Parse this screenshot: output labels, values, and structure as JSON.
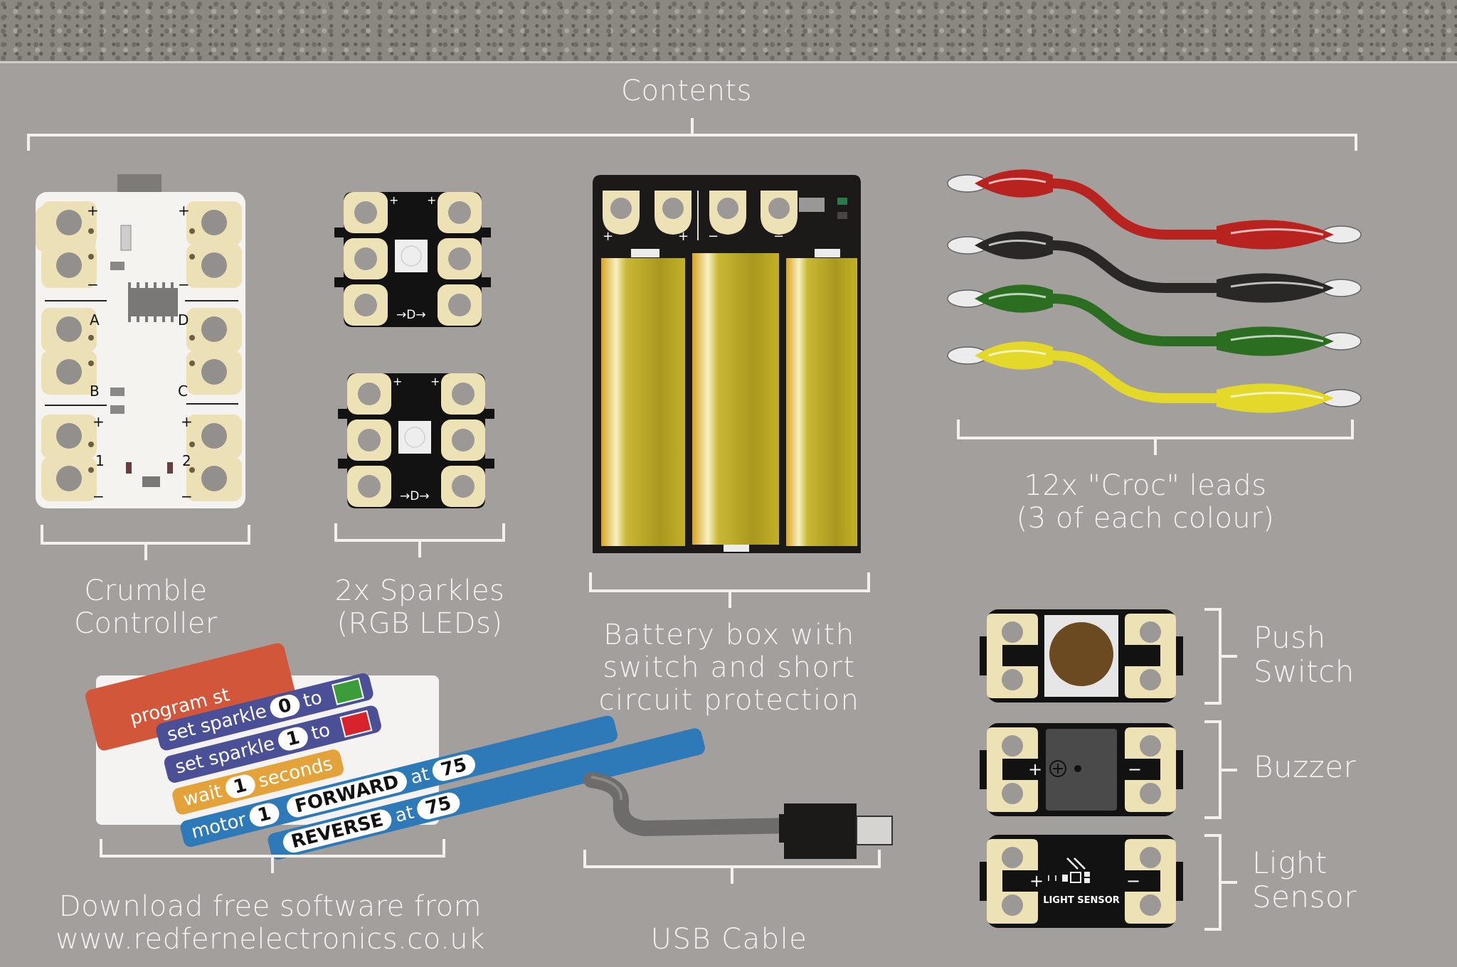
{
  "title": "Contents",
  "items": {
    "crumble": {
      "line1": "Crumble",
      "line2": "Controller",
      "pins": {
        "left": [
          "+",
          "−",
          "A",
          "B",
          "+",
          "1",
          "−"
        ],
        "right": [
          "+",
          "−",
          "D",
          "C",
          "+",
          "2",
          "−"
        ],
        "a": "A",
        "b": "B",
        "c": "C",
        "d": "D",
        "one": "1",
        "two": "2",
        "plus": "+",
        "minus": "−"
      }
    },
    "sparkles": {
      "line1": "2x Sparkles",
      "line2": "(RGB LEDs)",
      "plus": "+",
      "minus": "−",
      "direction": "→D→"
    },
    "battery": {
      "line1": "Battery box with",
      "line2": "switch and short",
      "line3": "circuit protection",
      "plus": "+",
      "minus": "−"
    },
    "croc": {
      "line1": "12x \"Croc\" leads",
      "line2": "(3 of each colour)",
      "colours": [
        "#b8231f",
        "#2a2826",
        "#2b6e22",
        "#e4d82a"
      ]
    },
    "software": {
      "line1": "Download free software from",
      "line2": "www.redfernelectronics.co.uk",
      "blocks": {
        "program_start": "program st",
        "set_sparkle": "set sparkle",
        "to": "to",
        "zero": "0",
        "one": "1",
        "wait": "wait",
        "seconds": "seconds",
        "motor": "motor",
        "forward": "FORWARD",
        "reverse": "REVERSE",
        "at": "at",
        "speed": "75"
      },
      "colours": {
        "start": "#d2573a",
        "sparkle": "#4a4f96",
        "wait": "#e3a33a",
        "motor": "#2e79b8",
        "green": "#3b9d3a",
        "red": "#d8232c"
      }
    },
    "usb": {
      "label": "USB Cable"
    },
    "push_switch": {
      "line1": "Push",
      "line2": "Switch"
    },
    "buzzer": {
      "label": "Buzzer",
      "plus": "+",
      "minus": "−"
    },
    "light_sensor": {
      "line1": "Light",
      "line2": "Sensor",
      "silk": "LIGHT SENSOR",
      "plus": "+",
      "minus": "−"
    }
  }
}
